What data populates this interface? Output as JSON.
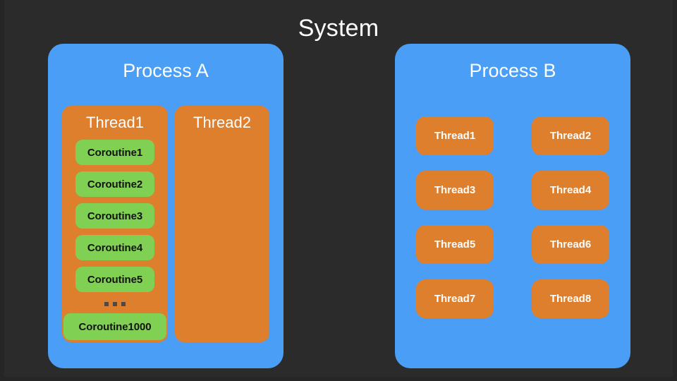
{
  "title": "System",
  "colors": {
    "background": "#2b2b2b",
    "process": "#4a9ef5",
    "thread": "#de7f2e",
    "coroutine": "#80d153",
    "text_light": "#ffffff",
    "text_dark": "#121212",
    "ellipsis_dot": "#4a4a4a"
  },
  "processes": [
    {
      "name": "Process A",
      "threads": [
        {
          "name": "Thread1",
          "coroutines": [
            "Coroutine1",
            "Coroutine2",
            "Coroutine3",
            "Coroutine4",
            "Coroutine5"
          ],
          "ellipsis": "...",
          "last_coroutine": "Coroutine1000"
        },
        {
          "name": "Thread2",
          "coroutines": []
        }
      ]
    },
    {
      "name": "Process B",
      "threads": [
        {
          "name": "Thread1"
        },
        {
          "name": "Thread2"
        },
        {
          "name": "Thread3"
        },
        {
          "name": "Thread4"
        },
        {
          "name": "Thread5"
        },
        {
          "name": "Thread6"
        },
        {
          "name": "Thread7"
        },
        {
          "name": "Thread8"
        }
      ]
    }
  ]
}
